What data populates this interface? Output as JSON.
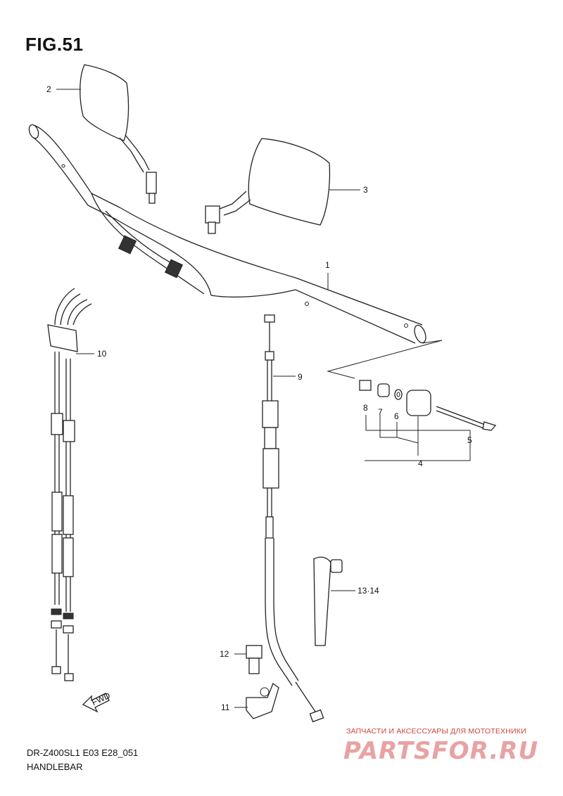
{
  "header": {
    "title": "FIG.51"
  },
  "callouts": [
    {
      "id": "part-1",
      "label": "1"
    },
    {
      "id": "part-2",
      "label": "2"
    },
    {
      "id": "part-3",
      "label": "3"
    },
    {
      "id": "part-4",
      "label": "4"
    },
    {
      "id": "part-5",
      "label": "5"
    },
    {
      "id": "part-6",
      "label": "6"
    },
    {
      "id": "part-7",
      "label": "7"
    },
    {
      "id": "part-8",
      "label": "8"
    },
    {
      "id": "part-9",
      "label": "9"
    },
    {
      "id": "part-10",
      "label": "10"
    },
    {
      "id": "part-11",
      "label": "11"
    },
    {
      "id": "part-12",
      "label": "12"
    },
    {
      "id": "part-13-14",
      "label": "13·14"
    }
  ],
  "fwd_label": "FWD",
  "footer": {
    "model": "DR-Z400SL1  E03  E28_051",
    "section": "HANDLEBAR"
  },
  "watermark": {
    "tagline": "ЗАПЧАСТИ И АКСЕССУАРЫ ДЛЯ МОТОТЕХНИКИ",
    "logo": "PARTSFOR.RU"
  }
}
